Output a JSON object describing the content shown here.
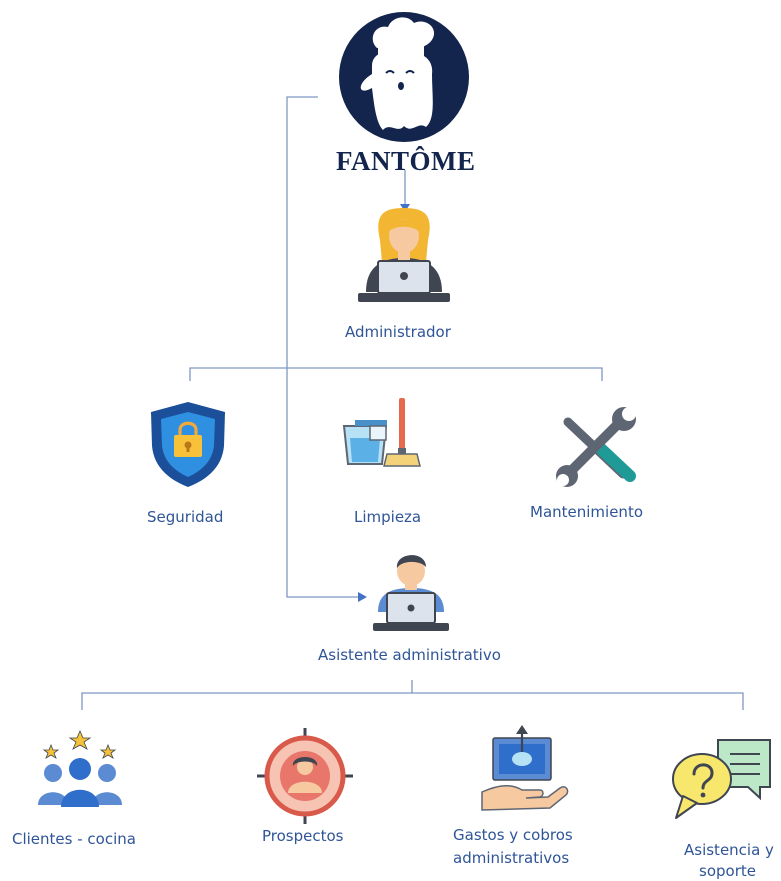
{
  "brand": {
    "name": "FANTÔME"
  },
  "nodes": {
    "admin": "Administrador",
    "seguridad": "Seguridad",
    "limpieza": "Limpieza",
    "mantenimiento": "Mantenimiento",
    "asistente": "Asistente administrativo",
    "clientes": "Clientes - cocina",
    "prospectos": "Prospectos",
    "gastos_l1": "Gastos y cobros",
    "gastos_l2": "administrativos",
    "asistencia_l1": "Asistencia y",
    "asistencia_l2": "soporte"
  },
  "icons": {
    "logo": "ghost-chef-logo-icon",
    "admin": "woman-at-laptop-icon",
    "seguridad": "shield-lock-icon",
    "limpieza": "bucket-mop-icon",
    "mantenimiento": "wrench-screwdriver-icon",
    "asistente": "man-at-laptop-icon",
    "clientes": "customers-stars-icon",
    "prospectos": "target-person-icon",
    "gastos": "money-hand-icon",
    "asistencia": "chat-question-icon"
  },
  "colors": {
    "line": "#7f97c2",
    "arrow": "#4472c4",
    "label": "#2f5597",
    "brand": "#13254d"
  }
}
